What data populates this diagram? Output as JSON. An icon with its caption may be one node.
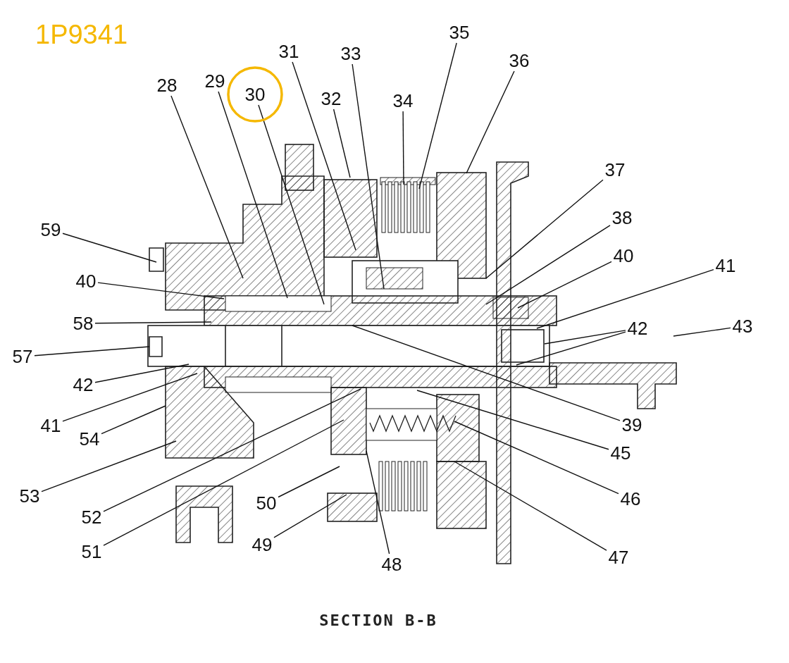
{
  "diagram": {
    "title": "1P9341",
    "caption": "SECTION B-B",
    "nodes": [
      {
        "text": [
          "28"
        ]
      },
      {
        "text": [
          "29"
        ]
      },
      {
        "text": [
          "30"
        ]
      },
      {
        "text": [
          "31"
        ]
      },
      {
        "text": [
          "32"
        ]
      },
      {
        "text": [
          "33"
        ]
      },
      {
        "text": [
          "34"
        ]
      },
      {
        "text": [
          "35"
        ]
      },
      {
        "text": [
          "36"
        ]
      },
      {
        "text": [
          "59"
        ]
      },
      {
        "text": [
          "37"
        ]
      },
      {
        "text": [
          "38"
        ]
      },
      {
        "text": [
          "40"
        ]
      },
      {
        "text": [
          "40"
        ]
      },
      {
        "text": [
          "41"
        ]
      },
      {
        "text": [
          "58"
        ]
      },
      {
        "text": [
          "42"
        ]
      },
      {
        "text": [
          "43"
        ]
      },
      {
        "text": [
          "57"
        ]
      },
      {
        "text": [
          "42"
        ]
      },
      {
        "text": [
          "41"
        ]
      },
      {
        "text": [
          "39"
        ]
      },
      {
        "text": [
          "54"
        ]
      },
      {
        "text": [
          "45"
        ]
      },
      {
        "text": [
          "53"
        ]
      },
      {
        "text": [
          "46"
        ]
      },
      {
        "text": [
          "50"
        ]
      },
      {
        "text": [
          "52"
        ]
      },
      {
        "text": [
          "49"
        ]
      },
      {
        "text": [
          "51"
        ]
      },
      {
        "text": [
          "47"
        ]
      },
      {
        "text": [
          "48"
        ]
      }
    ],
    "edges": [
      {
        "from": 0,
        "to": null,
        "arrow": "none"
      },
      {
        "from": 1,
        "to": null,
        "arrow": "none"
      },
      {
        "from": 2,
        "to": null,
        "arrow": "none"
      },
      {
        "from": 3,
        "to": null,
        "arrow": "none"
      },
      {
        "from": 4,
        "to": null,
        "arrow": "none"
      },
      {
        "from": 5,
        "to": null,
        "arrow": "none"
      },
      {
        "from": 6,
        "to": null,
        "arrow": "none"
      },
      {
        "from": 7,
        "to": null,
        "arrow": "none"
      },
      {
        "from": 8,
        "to": null,
        "arrow": "none"
      },
      {
        "from": 9,
        "to": null,
        "arrow": "none"
      },
      {
        "from": 10,
        "to": null,
        "arrow": "none"
      },
      {
        "from": 11,
        "to": null,
        "arrow": "none"
      },
      {
        "from": 12,
        "to": null,
        "arrow": "none"
      },
      {
        "from": 13,
        "to": null,
        "arrow": "none"
      },
      {
        "from": 14,
        "to": null,
        "arrow": "none"
      },
      {
        "from": 15,
        "to": null,
        "arrow": "none"
      },
      {
        "from": 16,
        "to": null,
        "arrow": "none"
      },
      {
        "from": 16,
        "to": null,
        "arrow": "none"
      },
      {
        "from": 17,
        "to": null,
        "arrow": "none"
      },
      {
        "from": 18,
        "to": null,
        "arrow": "none"
      },
      {
        "from": 19,
        "to": null,
        "arrow": "none"
      },
      {
        "from": 20,
        "to": null,
        "arrow": "none"
      },
      {
        "from": 21,
        "to": null,
        "arrow": "none"
      },
      {
        "from": 22,
        "to": null,
        "arrow": "none"
      },
      {
        "from": 23,
        "to": null,
        "arrow": "none"
      },
      {
        "from": 24,
        "to": null,
        "arrow": "none"
      },
      {
        "from": 25,
        "to": null,
        "arrow": "none"
      },
      {
        "from": 26,
        "to": null,
        "arrow": "none"
      },
      {
        "from": 27,
        "to": null,
        "arrow": "none"
      },
      {
        "from": 28,
        "to": null,
        "arrow": "none"
      },
      {
        "from": 29,
        "to": null,
        "arrow": "none"
      },
      {
        "from": 30,
        "to": null,
        "arrow": "none"
      },
      {
        "from": 31,
        "to": null,
        "arrow": "none"
      }
    ]
  }
}
